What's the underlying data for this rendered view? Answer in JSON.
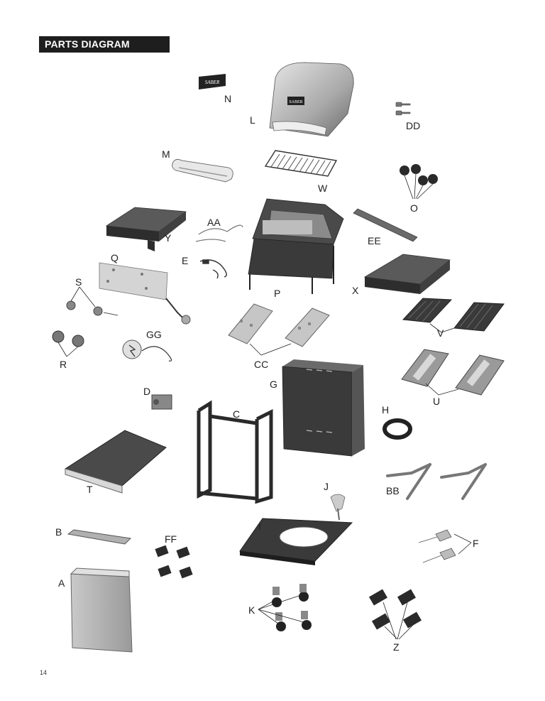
{
  "header": {
    "title": "PARTS DIAGRAM"
  },
  "page_number": "14",
  "brand": "SABER",
  "labels": {
    "N": "N",
    "L": "L",
    "DD": "DD",
    "M": "M",
    "W": "W",
    "O": "O",
    "AA": "AA",
    "Y": "Y",
    "EE": "EE",
    "Q": "Q",
    "E": "E",
    "S": "S",
    "P": "P",
    "X": "X",
    "GG": "GG",
    "V": "V",
    "R": "R",
    "CC": "CC",
    "G": "G",
    "U": "U",
    "D": "D",
    "C": "C",
    "H": "H",
    "T": "T",
    "J": "J",
    "BB": "BB",
    "B": "B",
    "I": "I",
    "FF": "FF",
    "F": "F",
    "A": "A",
    "K": "K",
    "Z": "Z"
  },
  "colors": {
    "dark": "#3a3a3a",
    "mid": "#8e8e8e",
    "light": "#cfcfcf",
    "header_bg": "#1e1e1e"
  }
}
